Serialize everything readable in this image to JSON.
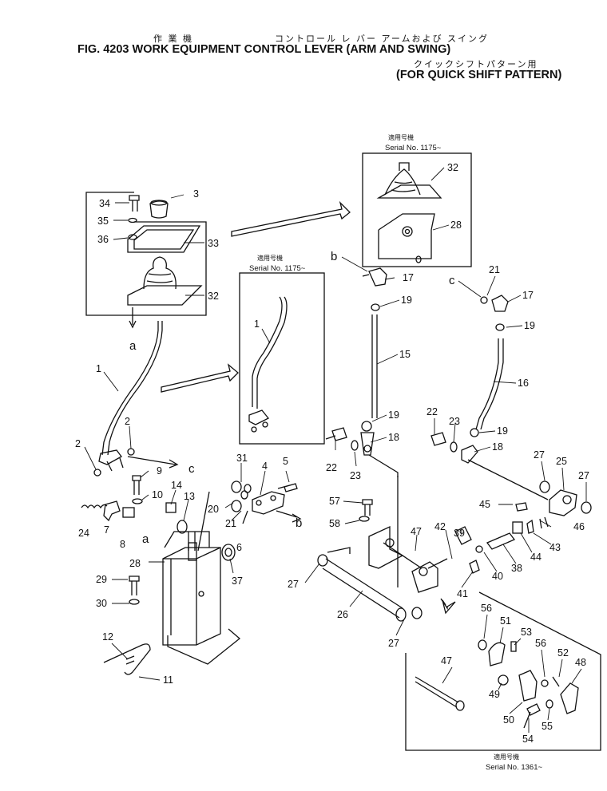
{
  "header": {
    "jp_line1_left": "作 業 機",
    "jp_line1_right": "コントロール レ バー アームおよび スイング",
    "title": "FIG. 4203 WORK EQUIPMENT CONTROL LEVER (ARM AND SWING)",
    "jp_line2": "クイックシフトパターン用",
    "subtitle": "(FOR QUICK SHIFT PATTERN)"
  },
  "serial_boxes": [
    {
      "jp": "適用号機",
      "serial": "Serial No. 1175~"
    },
    {
      "jp": "適用号機",
      "serial": "Serial No. 1175~"
    },
    {
      "jp": "適用号機",
      "serial": "Serial No. 1361~"
    }
  ],
  "callouts": [
    {
      "label": "34"
    },
    {
      "label": "3"
    },
    {
      "label": "35"
    },
    {
      "label": "36"
    },
    {
      "label": "33"
    },
    {
      "label": "32"
    },
    {
      "label": "a"
    },
    {
      "label": "1"
    },
    {
      "label": "2"
    },
    {
      "label": "2"
    },
    {
      "label": "9"
    },
    {
      "label": "c"
    },
    {
      "label": "10"
    },
    {
      "label": "14"
    },
    {
      "label": "13"
    },
    {
      "label": "24"
    },
    {
      "label": "7"
    },
    {
      "label": "8"
    },
    {
      "label": "a"
    },
    {
      "label": "28"
    },
    {
      "label": "29"
    },
    {
      "label": "30"
    },
    {
      "label": "12"
    },
    {
      "label": "11"
    },
    {
      "label": "31"
    },
    {
      "label": "4"
    },
    {
      "label": "5"
    },
    {
      "label": "20"
    },
    {
      "label": "21"
    },
    {
      "label": "6"
    },
    {
      "label": "b"
    },
    {
      "label": "37"
    },
    {
      "label": "1"
    },
    {
      "label": "32"
    },
    {
      "label": "28"
    },
    {
      "label": "b"
    },
    {
      "label": "17"
    },
    {
      "label": "19"
    },
    {
      "label": "15"
    },
    {
      "label": "19"
    },
    {
      "label": "18"
    },
    {
      "label": "22"
    },
    {
      "label": "23"
    },
    {
      "label": "c"
    },
    {
      "label": "21"
    },
    {
      "label": "17"
    },
    {
      "label": "19"
    },
    {
      "label": "16"
    },
    {
      "label": "22"
    },
    {
      "label": "23"
    },
    {
      "label": "19"
    },
    {
      "label": "18"
    },
    {
      "label": "27"
    },
    {
      "label": "25"
    },
    {
      "label": "27"
    },
    {
      "label": "45"
    },
    {
      "label": "46"
    },
    {
      "label": "43"
    },
    {
      "label": "44"
    },
    {
      "label": "38"
    },
    {
      "label": "40"
    },
    {
      "label": "41"
    },
    {
      "label": "39"
    },
    {
      "label": "42"
    },
    {
      "label": "47"
    },
    {
      "label": "57"
    },
    {
      "label": "58"
    },
    {
      "label": "27"
    },
    {
      "label": "26"
    },
    {
      "label": "27"
    },
    {
      "label": "56"
    },
    {
      "label": "51"
    },
    {
      "label": "53"
    },
    {
      "label": "56"
    },
    {
      "label": "52"
    },
    {
      "label": "48"
    },
    {
      "label": "47"
    },
    {
      "label": "49"
    },
    {
      "label": "50"
    },
    {
      "label": "54"
    },
    {
      "label": "55"
    }
  ]
}
